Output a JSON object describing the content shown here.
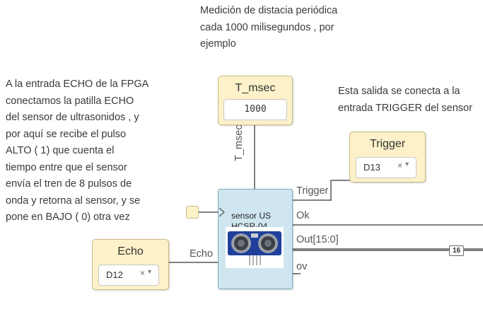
{
  "notes": {
    "top": "Medición de distacia periódica\ncada 1000 milisegundos , por\nejemplo",
    "left": "A la entrada ECHO de la FPGA\nconectamos la patilla ECHO\ndel sensor de ultrasonidos , y\npor aquí se recibe el pulso\nALTO ( 1) que cuenta el\ntiempo entre que el sensor\nenvía el tren de 8 pulsos de\nonda y retorna al sensor, y se\npone en BAJO ( 0) otra vez",
    "right": "Esta salida se conecta a la\nentrada TRIGGER del sensor"
  },
  "constant_block": {
    "title": "T_msec",
    "value": "1000"
  },
  "trigger_block": {
    "title": "Trigger",
    "pin": "D13",
    "clear": "×",
    "caret": "▾"
  },
  "echo_block": {
    "title": "Echo",
    "pin": "D12",
    "clear": "×",
    "caret": "▾"
  },
  "module": {
    "name": "sensor US\nHCSR-04",
    "ports": {
      "t_msec": "T_msec",
      "trigger": "Trigger",
      "ok": "Ok",
      "out": "Out[15:0]",
      "ov": "ov",
      "echo": "Echo"
    },
    "bus_width": "16"
  },
  "colors": {
    "block_fill": "#fcf1c8",
    "module_fill": "#cfe6f0",
    "wire": "#808080"
  }
}
